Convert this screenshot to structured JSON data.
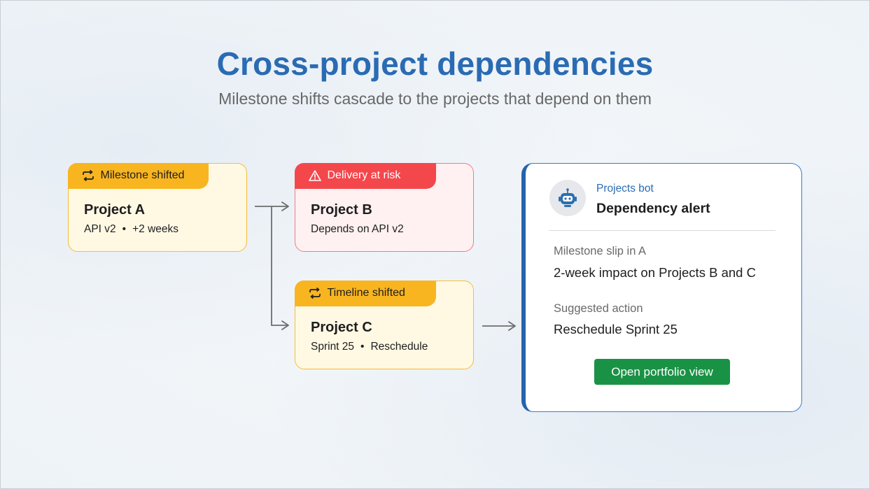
{
  "header": {
    "title": "Cross-project dependencies",
    "subtitle": "Milestone shifts cascade to the projects that depend on them"
  },
  "cards": {
    "a": {
      "tag": "Milestone shifted",
      "tag_icon": "repeat-icon",
      "title": "Project A",
      "meta_1": "API v2",
      "meta_sep": "•",
      "meta_2": "+2 weeks",
      "accent": "#f8b520"
    },
    "b": {
      "tag": "Delivery at risk",
      "tag_icon": "warning-icon",
      "title": "Project B",
      "meta": "Depends on API v2",
      "accent": "#f4474c"
    },
    "c": {
      "tag": "Timeline shifted",
      "tag_icon": "repeat-icon",
      "title": "Project C",
      "meta_1": "Sprint 25",
      "meta_sep": "•",
      "meta_2": "Reschedule",
      "accent": "#f8b520"
    }
  },
  "alert": {
    "bot_name": "Projects bot",
    "bot_icon": "robot-icon",
    "title": "Dependency alert",
    "detail_label": "Milestone slip in A",
    "detail_value": "2-week impact on Projects B and C",
    "action_label": "Suggested action",
    "action_value": "Reschedule Sprint 25",
    "button_label": "Open portfolio view",
    "button_color": "#1a9245",
    "accent": "#2564ad"
  }
}
